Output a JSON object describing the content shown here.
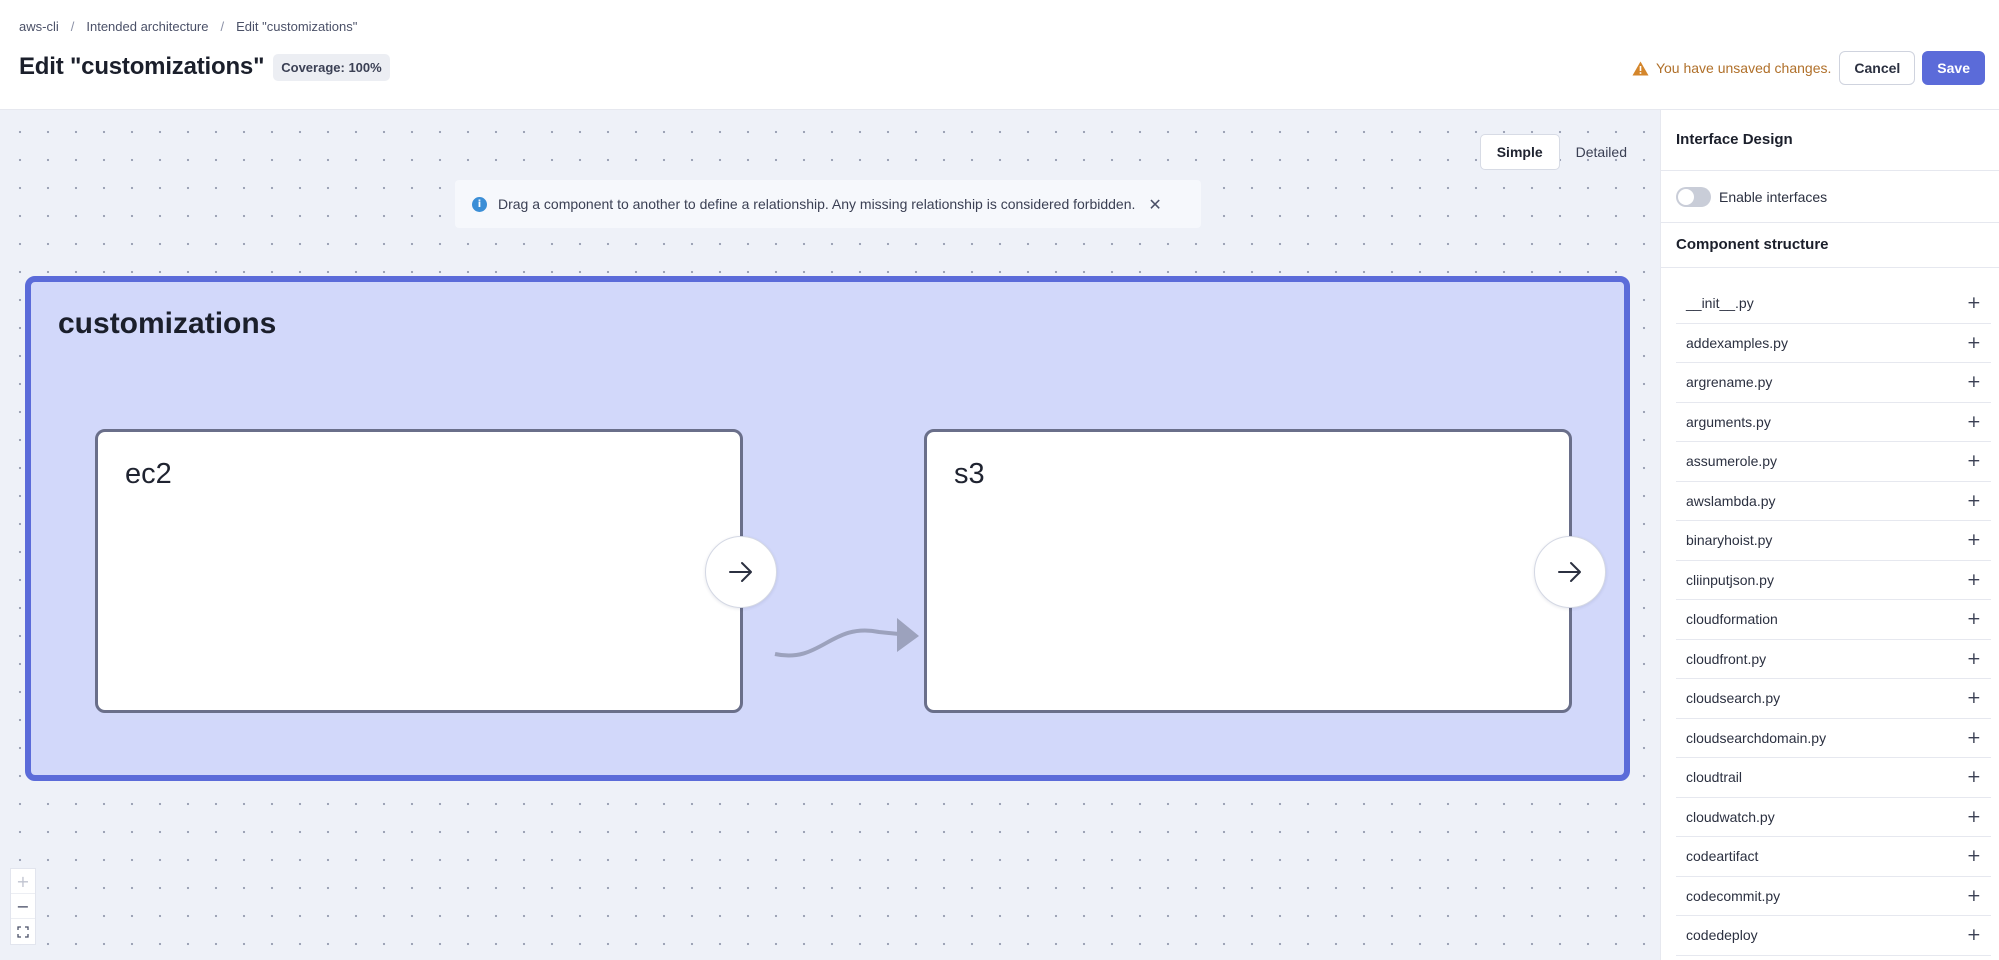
{
  "breadcrumb": {
    "items": [
      "aws-cli",
      "Intended architecture",
      "Edit \"customizations\""
    ],
    "separator": "/"
  },
  "header": {
    "title": "Edit \"customizations\"",
    "coverage": "Coverage: 100%",
    "unsaved_text": "You have unsaved changes.",
    "cancel_label": "Cancel",
    "save_label": "Save"
  },
  "canvas": {
    "view_toggle": {
      "simple": "Simple",
      "detailed": "Detailed",
      "active": "Simple"
    },
    "info_banner": "Drag a component to another to define a relationship. Any missing relationship is considered forbidden.",
    "group": {
      "title": "customizations"
    },
    "nodes": {
      "ec2": "ec2",
      "s3": "s3"
    },
    "zoom": {
      "in": "+",
      "out": "−",
      "fit": "⛶"
    }
  },
  "panel": {
    "interface_title": "Interface Design",
    "enable_interfaces": "Enable interfaces",
    "structure_title": "Component structure",
    "files": [
      "__init__.py",
      "addexamples.py",
      "argrename.py",
      "arguments.py",
      "assumerole.py",
      "awslambda.py",
      "binaryhoist.py",
      "cliinputjson.py",
      "cloudformation",
      "cloudfront.py",
      "cloudsearch.py",
      "cloudsearchdomain.py",
      "cloudtrail",
      "cloudwatch.py",
      "codeartifact",
      "codecommit.py",
      "codedeploy"
    ]
  },
  "colors": {
    "accent": "#5b6bd9",
    "group_fill": "#d2d8fa",
    "warning": "#b0702a",
    "info": "#3b8ed6"
  }
}
